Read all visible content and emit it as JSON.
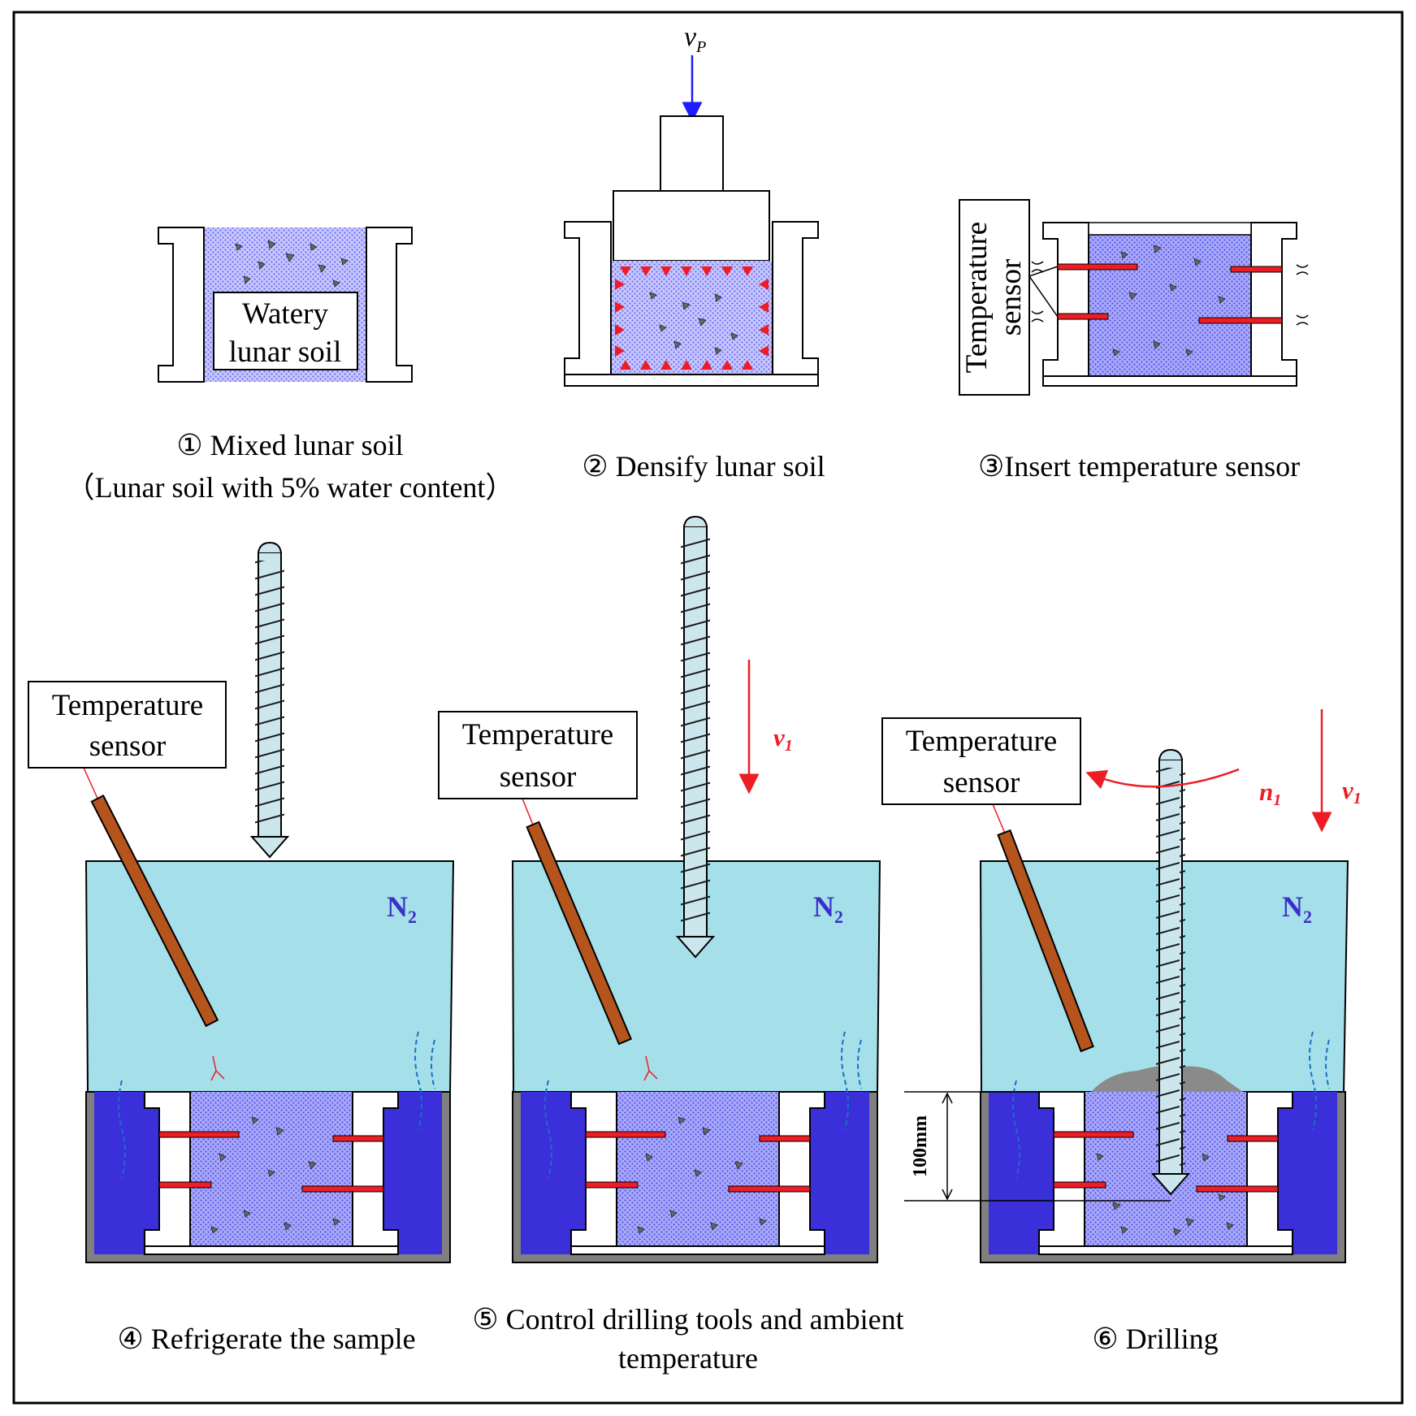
{
  "colors": {
    "soil_fill": "#8080ff",
    "nitrogen": "#a5dfe9",
    "coolant": "#3a2fd8",
    "probe": "#ee1c25",
    "rod": "#b5541c",
    "drill": "#cce6ee",
    "pile": "#808080",
    "velocity_blue": "#1d1dff"
  },
  "steps": {
    "s1": {
      "box_line1": "Watery",
      "box_line2": "lunar soil",
      "caption_line1": "① Mixed lunar soil",
      "caption_line2": "（Lunar soil with 5% water content）"
    },
    "s2": {
      "velocity_main": "v",
      "velocity_sub": "P",
      "caption": "② Densify lunar soil"
    },
    "s3": {
      "sensor_line1": "Temperature",
      "sensor_line2": "sensor",
      "caption": "③Insert temperature sensor"
    },
    "s4": {
      "sensor_line1": "Temperature",
      "sensor_line2": "sensor",
      "gas_main": "N",
      "gas_sub": "2",
      "caption": "④ Refrigerate the sample"
    },
    "s5": {
      "sensor_line1": "Temperature",
      "sensor_line2": "sensor",
      "gas_main": "N",
      "gas_sub": "2",
      "velocity_main": "v",
      "velocity_sub": "1",
      "caption_line1": "⑤ Control drilling tools and ambient",
      "caption_line2": "temperature"
    },
    "s6": {
      "sensor_line1": "Temperature",
      "sensor_line2": "sensor",
      "gas_main": "N",
      "gas_sub": "2",
      "rotation_main": "n",
      "rotation_sub": "1",
      "velocity_main": "v",
      "velocity_sub": "1",
      "depth_label": "100mm",
      "caption": "⑥ Drilling"
    }
  }
}
